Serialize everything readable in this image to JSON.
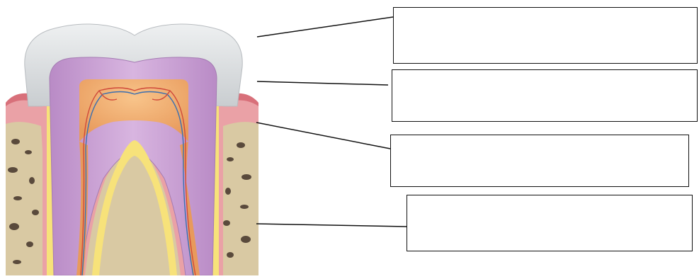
{
  "diagram": {
    "subject": "tooth-cross-section",
    "colors": {
      "enamel": "#d9dcde",
      "dentin": "#c9a3d4",
      "pulp": "#f2b06f",
      "cementum": "#f7e27a",
      "gum": "#d8707a",
      "bone": "#d9c9a3",
      "bone_pores": "#5a4a3c",
      "leader_line": "#111111"
    },
    "labels": [
      {
        "id": "box-1",
        "text": ""
      },
      {
        "id": "box-2",
        "text": ""
      },
      {
        "id": "box-3",
        "text": ""
      },
      {
        "id": "box-4",
        "text": ""
      }
    ]
  }
}
